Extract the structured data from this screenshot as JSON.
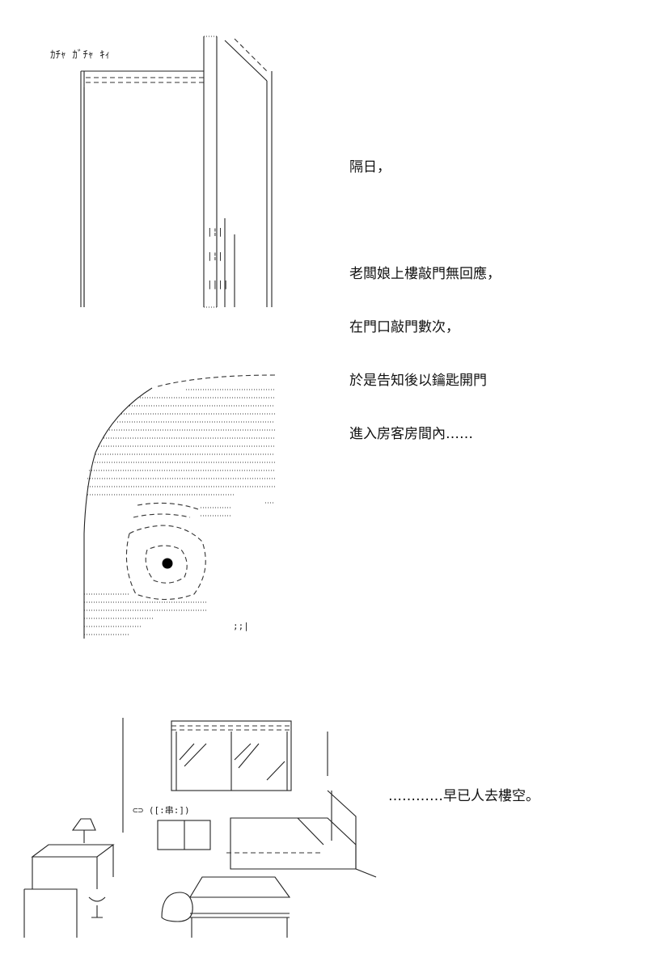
{
  "panel1": {
    "sfx": "ｶﾁｬ ｶﾞﾁｬ ｷｨ",
    "lines": [
      "隔日，",
      "",
      "老闆娘上樓敲門無回應，",
      "在門口敲門數次，",
      "於是告知後以鑰匙開門",
      "進入房客房間內……"
    ]
  },
  "panel3": {
    "caption": "…………早已人去樓空。"
  }
}
